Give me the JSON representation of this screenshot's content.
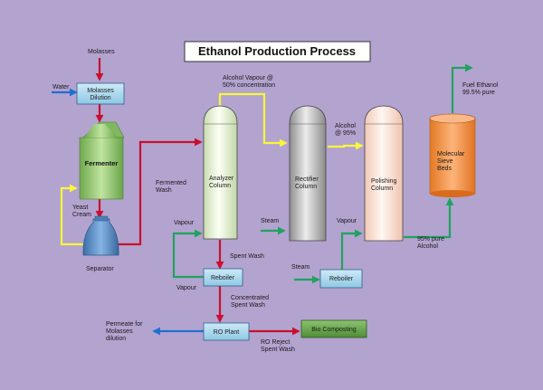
{
  "title": "Ethanol Production Process",
  "labels": {
    "molasses": "Molasses",
    "water": "Water",
    "molasses_dilution": [
      "Molasses",
      "Dilution"
    ],
    "fermenter": "Fermenter",
    "yeast_cream": [
      "Yeast",
      "Cream"
    ],
    "separator": "Separator",
    "fermented_wash": [
      "Fermented",
      "Wash"
    ],
    "analyzer_column": [
      "Analyzer",
      "Column"
    ],
    "alcohol_vapour": [
      "Alcohol Vapour @",
      "50% concentration"
    ],
    "rectifier_column": [
      "Rectifier",
      "Column"
    ],
    "alcohol_95": [
      "Alcohol",
      "@ 95%"
    ],
    "polishing_column": [
      "Polishing",
      "Column"
    ],
    "molecular_sieve_beds": [
      "Molecular",
      "Sieve",
      "Beds"
    ],
    "fuel_ethanol": [
      "Fuel Ethanol",
      "99.5% pure"
    ],
    "pure_alcohol_95": [
      "95% pure",
      "Alcohol"
    ],
    "vapour_1": "Vapour",
    "vapour_2": "Vapour",
    "vapour_3": "Vapour",
    "steam_1": "Steam",
    "steam_2": "Steam",
    "spent_wash": "Spent Wash",
    "reboiler_1": "Reboiler",
    "reboiler_2": "Reboiler",
    "concentrated_spent_wash": [
      "Concentrated",
      "Spent Wash"
    ],
    "ro_plant": "RO Plant",
    "bio_composting": "Bio Composting",
    "permeate": [
      "Permeate for",
      "Molasses",
      "dilution"
    ],
    "ro_reject": [
      "RO Reject",
      "Spent Wash"
    ]
  },
  "colors": {
    "background": "#b3a3cf",
    "red_flow": "#c8102e",
    "yellow_flow": "#f7f73a",
    "green_flow": "#1fa35f",
    "blue_flow": "#1f6fd1",
    "process_box": "#a9d8ee",
    "fermenter": "#8ec66e",
    "separator": "#5b93cc",
    "analyzer_column": "#eaf5d9",
    "rectifier_column": "#bdbdbd",
    "polishing_column": "#fde4d8",
    "sieve_beds": "#f79646",
    "bio_composting": "#6aa84f"
  }
}
